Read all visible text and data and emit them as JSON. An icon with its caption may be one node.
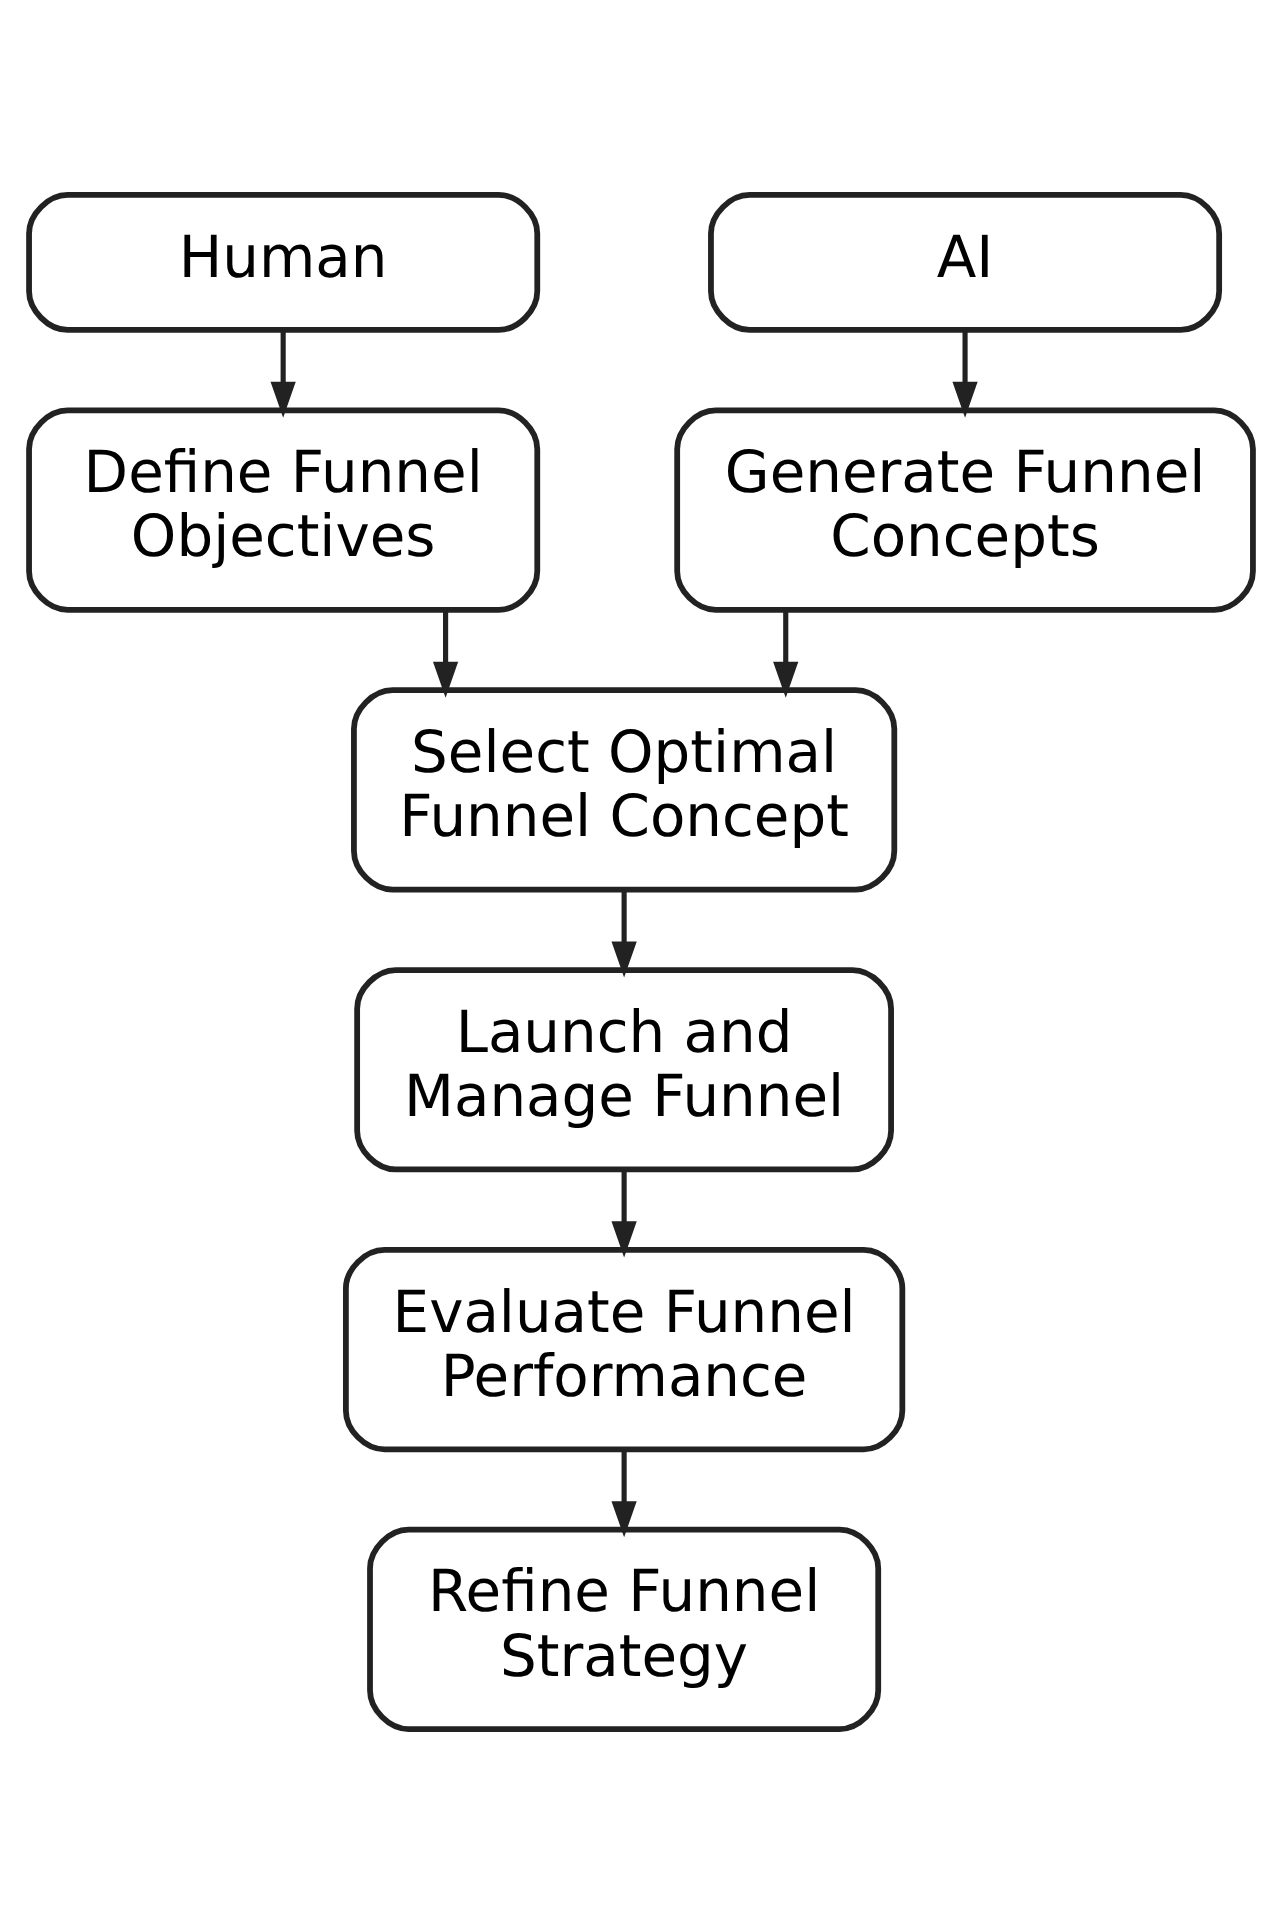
{
  "diagram": {
    "nodes": [
      {
        "text": [
          "Human"
        ]
      },
      {
        "text": [
          "AI"
        ]
      },
      {
        "text": [
          "Define Funnel Objectives"
        ]
      },
      {
        "text": [
          "Generate Funnel Concepts"
        ]
      },
      {
        "text": [
          "Select Optimal Funnel Concept"
        ]
      },
      {
        "text": [
          "Launch and Manage Funnel"
        ]
      },
      {
        "text": [
          "Evaluate Funnel Performance"
        ]
      },
      {
        "text": [
          "Refine Funnel Strategy"
        ]
      }
    ],
    "edges": [
      {
        "from": 0,
        "to": 2,
        "arrow": "to"
      },
      {
        "from": 1,
        "to": 3,
        "arrow": "to"
      },
      {
        "from": 2,
        "to": 4,
        "arrow": "to"
      },
      {
        "from": 3,
        "to": 4,
        "arrow": "to"
      },
      {
        "from": 4,
        "to": 5,
        "arrow": "to"
      },
      {
        "from": 5,
        "to": 6,
        "arrow": "to"
      },
      {
        "from": 6,
        "to": 7,
        "arrow": "to"
      }
    ]
  }
}
